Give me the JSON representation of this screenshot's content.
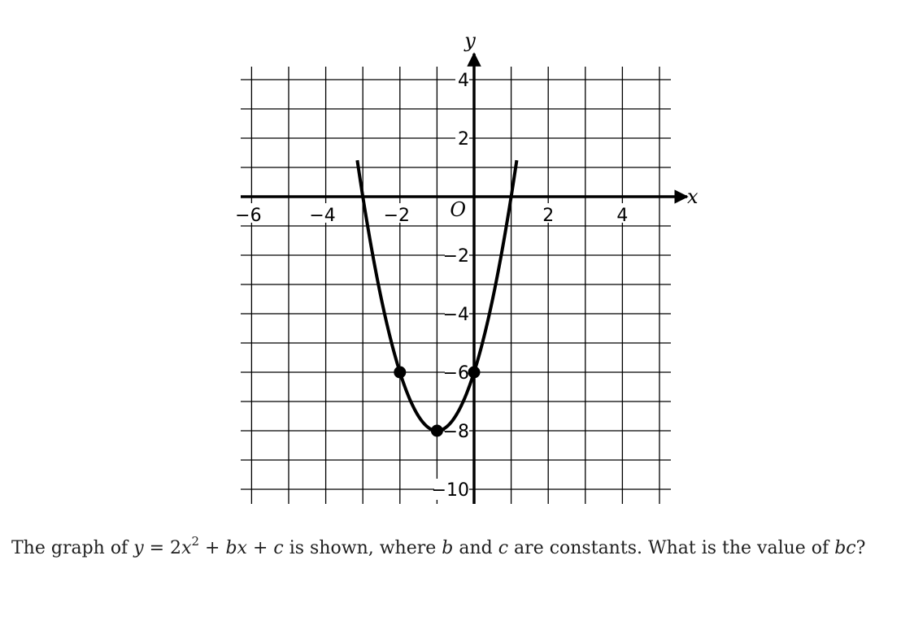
{
  "chart_data": {
    "type": "line",
    "xlabel": "x",
    "ylabel": "y",
    "origin_label": "O",
    "xlim": [
      -6,
      5
    ],
    "ylim": [
      -10.5,
      4.5
    ],
    "x_grid_step": 1,
    "y_grid_step": 1,
    "grid": true,
    "x_ticks": [
      -6,
      -4,
      -2,
      2,
      4
    ],
    "x_tick_labels": [
      "−6",
      "−4",
      "−2",
      "2",
      "4"
    ],
    "y_ticks": [
      4,
      2,
      -2,
      -4,
      -6,
      -8,
      -10
    ],
    "y_tick_labels": [
      "4",
      "2",
      "−2",
      "−4",
      "−6",
      "−8",
      "−10"
    ],
    "curve": {
      "function": "2x^2 + 4x - 6",
      "x_range": [
        -3.15,
        1.15
      ]
    },
    "points": [
      {
        "x": -2,
        "y": -6
      },
      {
        "x": -1,
        "y": -8
      },
      {
        "x": 0,
        "y": -6
      }
    ],
    "colors": {
      "ink": "#000000",
      "grid": "#000000"
    }
  },
  "question": {
    "part1": "The graph of ",
    "eq_y": "y",
    "eq_mid1": " = 2",
    "eq_x": "x",
    "eq_exp": "2",
    "eq_mid2": " + ",
    "eq_b": "b",
    "eq_x2": "x",
    "eq_mid3": " + ",
    "eq_c": "c",
    "part2": " is shown, where ",
    "var_b": "b",
    "part3": " and ",
    "var_c": "c",
    "part4": " are constants. What is the value of ",
    "var_bc": "bc",
    "part5": "?"
  }
}
